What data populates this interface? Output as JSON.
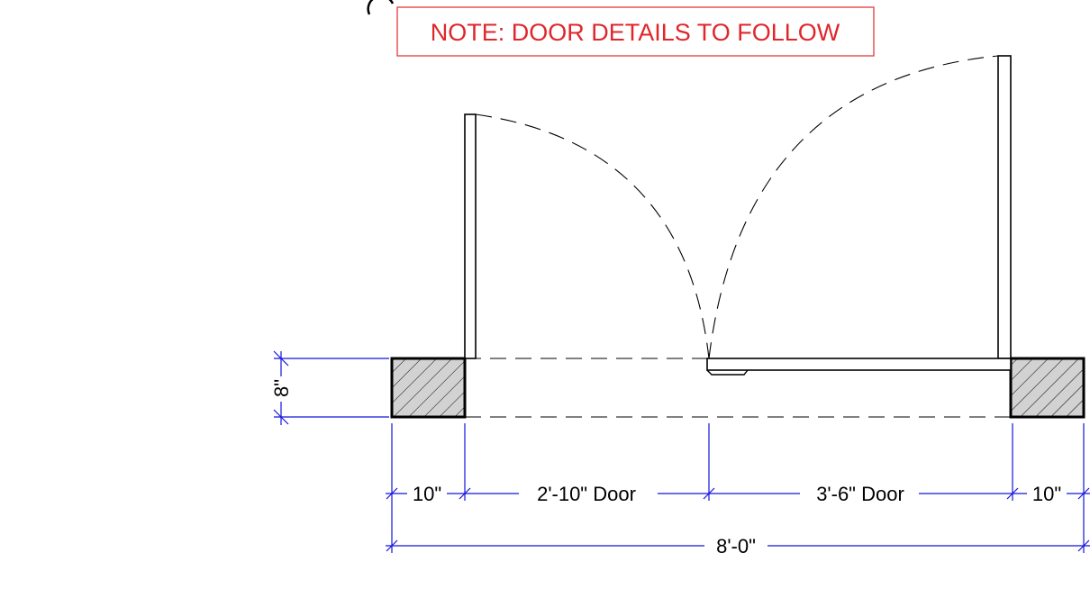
{
  "note": {
    "text": "NOTE: DOOR DETAILS TO FOLLOW",
    "color": "#e0262b"
  },
  "dimensions": {
    "jamb_depth": "8\"",
    "left_jamb_width": "10\"",
    "left_door": "2'-10\" Door",
    "right_door": "3'-6\" Door",
    "right_jamb_width": "10\"",
    "overall": "8'-0\""
  },
  "colors": {
    "dimension": "#1414dc",
    "linework": "#000000",
    "hatch_fill": "#d2d2d2"
  }
}
